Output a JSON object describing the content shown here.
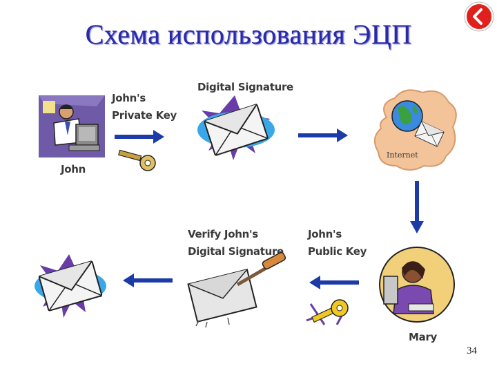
{
  "slide": {
    "title": "Схема использования ЭЦП",
    "page_number": "34"
  },
  "diagram": {
    "john": {
      "name": "John",
      "key_label_line1": "John's",
      "key_label_line2": "Private Key"
    },
    "signature": {
      "label": "Digital Signature"
    },
    "internet": {
      "label": "Internet"
    },
    "mary": {
      "name": "Mary",
      "key_label_line1": "John's",
      "key_label_line2": "Public Key"
    },
    "verify": {
      "label_line1": "Verify John's",
      "label_line2": "Digital Signature"
    }
  },
  "colors": {
    "title": "#2a2aa8",
    "arrow": "#1c3aa8",
    "accent_red": "#e0201c",
    "burst": "#6a3ca8"
  },
  "icons": [
    "back-arrow-icon",
    "john-computer-icon",
    "private-key-icon",
    "signed-envelope-icon",
    "internet-globe-icon",
    "mary-computer-icon",
    "public-key-icon",
    "verify-envelope-icon",
    "final-envelope-icon"
  ]
}
